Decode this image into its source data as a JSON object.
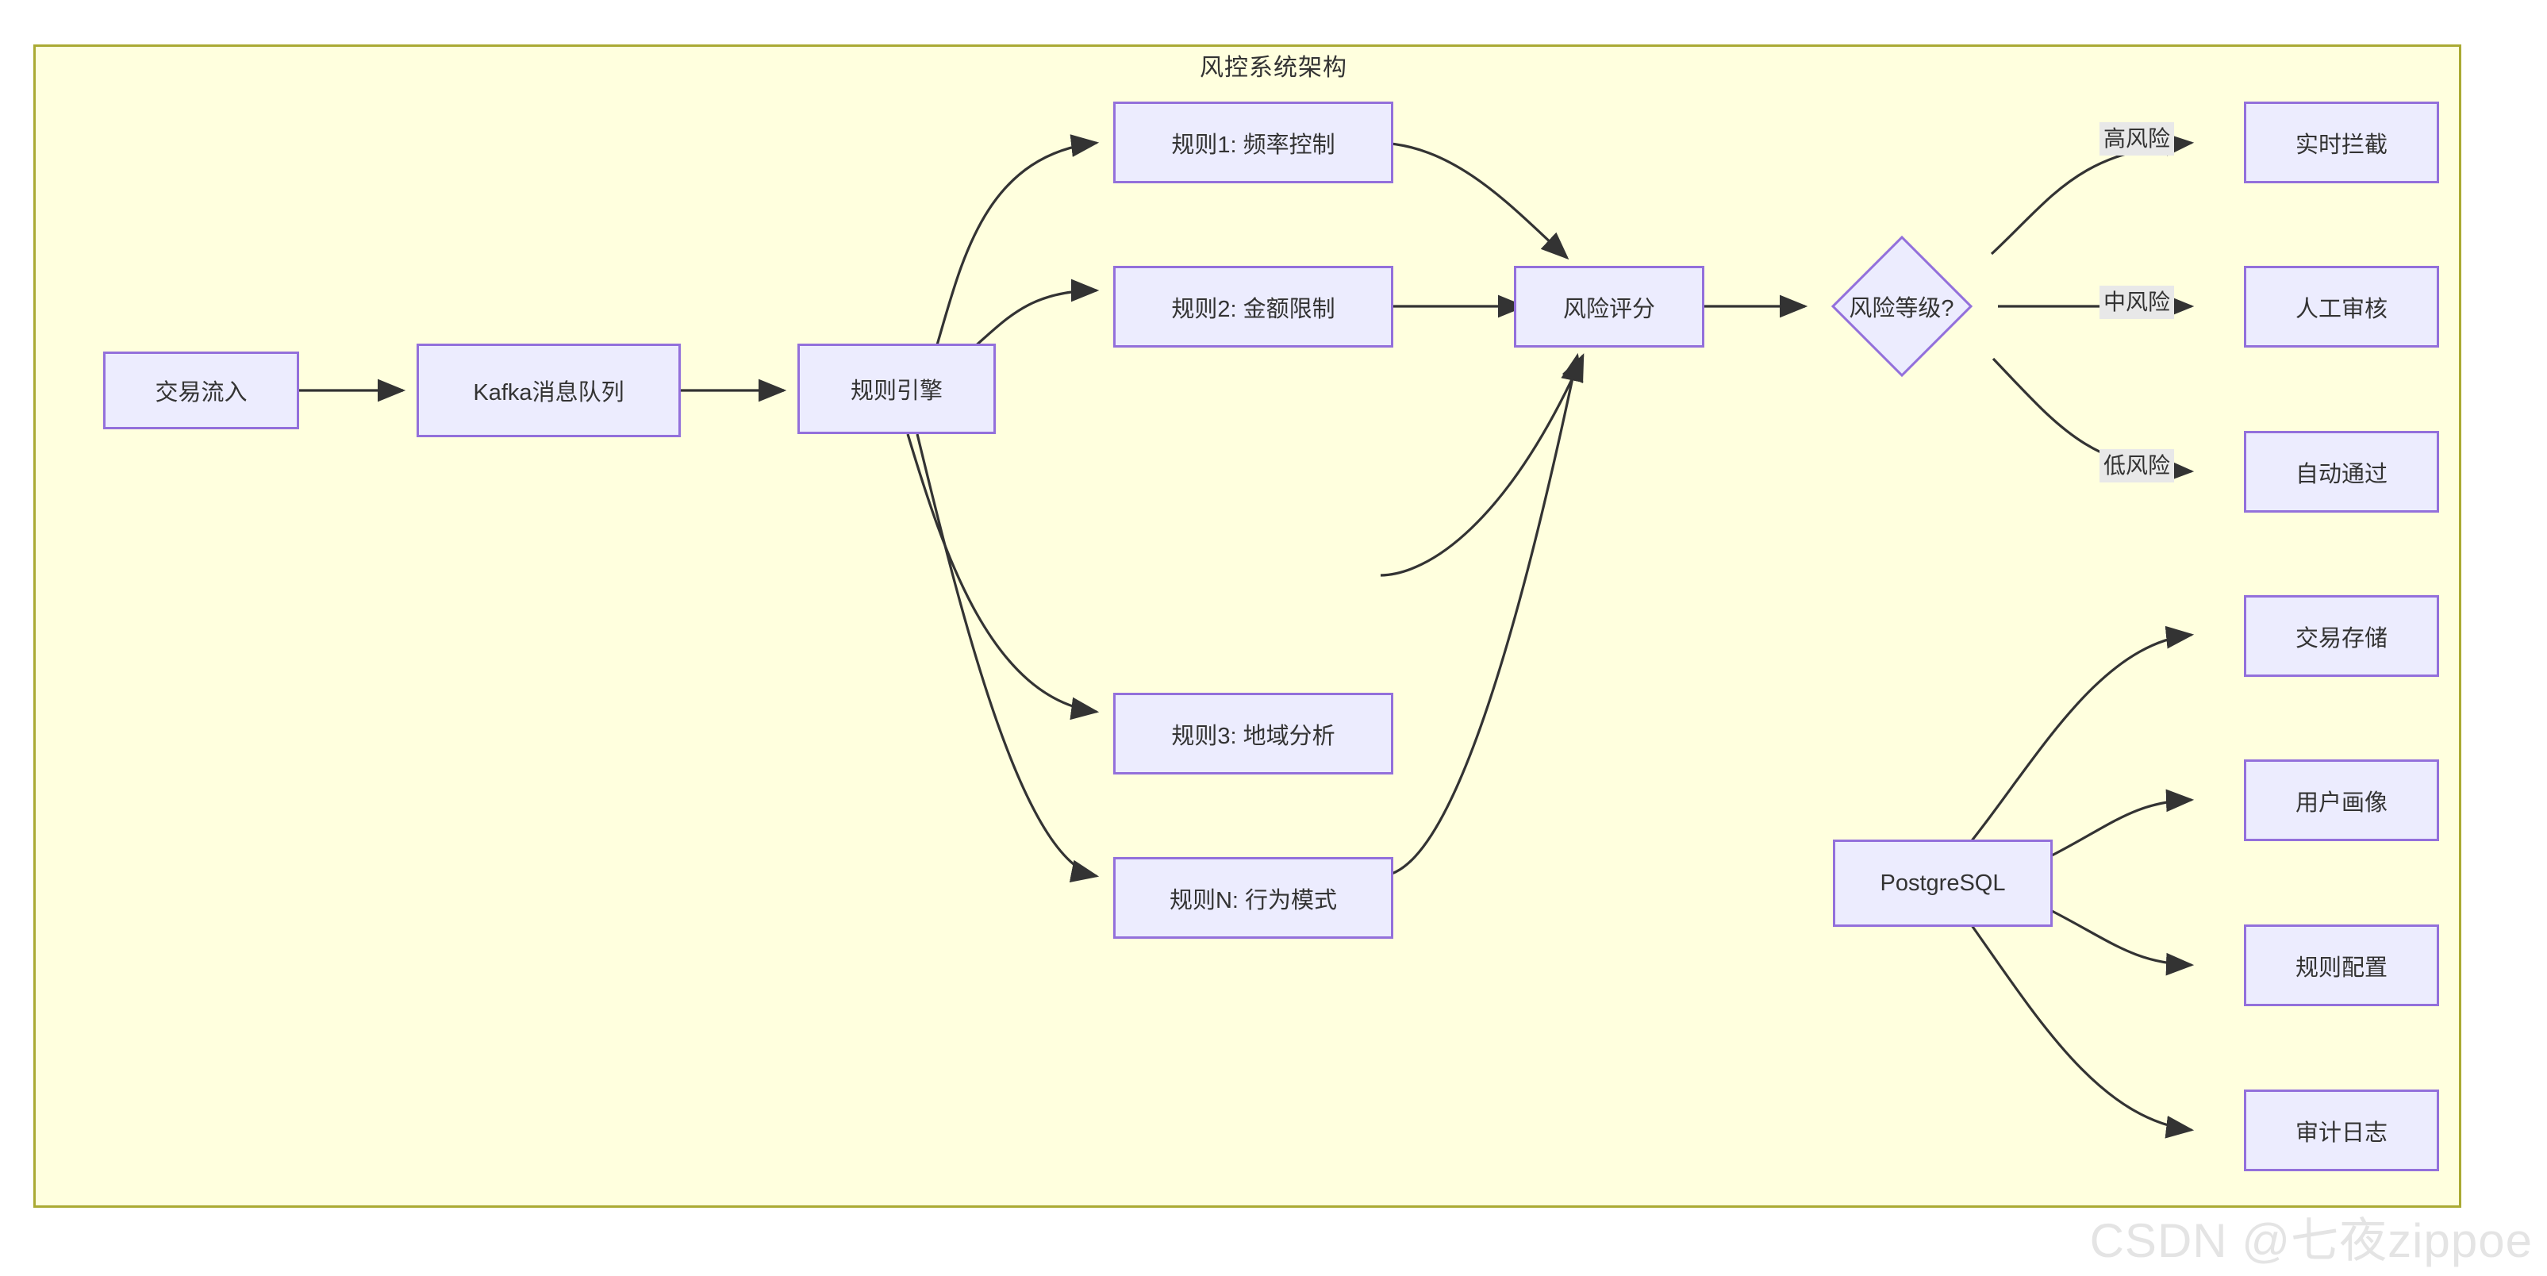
{
  "diagram": {
    "title": "风控系统架构",
    "type": "flowchart",
    "direction": "left-to-right",
    "colors": {
      "frame_background": "#ffffde",
      "frame_border": "#aaaa33",
      "node_fill": "#ececfe",
      "node_border": "#9370db",
      "edge_stroke": "#333333",
      "edge_label_background": "#e8e8e8",
      "text": "#333333",
      "watermark": "#e4e4e4"
    },
    "nodes": [
      {
        "id": "ingest",
        "label": "交易流入",
        "shape": "rect"
      },
      {
        "id": "kafka",
        "label": "Kafka消息队列",
        "shape": "rect"
      },
      {
        "id": "engine",
        "label": "规则引擎",
        "shape": "rect"
      },
      {
        "id": "rule1",
        "label": "规则1: 频率控制",
        "shape": "rect"
      },
      {
        "id": "rule2",
        "label": "规则2: 金额限制",
        "shape": "rect"
      },
      {
        "id": "rule3",
        "label": "规则3: 地域分析",
        "shape": "rect"
      },
      {
        "id": "ruleN",
        "label": "规则N: 行为模式",
        "shape": "rect"
      },
      {
        "id": "score",
        "label": "风险评分",
        "shape": "rect"
      },
      {
        "id": "level",
        "label": "风险等级?",
        "shape": "diamond"
      },
      {
        "id": "block",
        "label": "实时拦截",
        "shape": "rect"
      },
      {
        "id": "review",
        "label": "人工审核",
        "shape": "rect"
      },
      {
        "id": "pass",
        "label": "自动通过",
        "shape": "rect"
      },
      {
        "id": "postgres",
        "label": "PostgreSQL",
        "shape": "rect"
      },
      {
        "id": "txstore",
        "label": "交易存储",
        "shape": "rect"
      },
      {
        "id": "profile",
        "label": "用户画像",
        "shape": "rect"
      },
      {
        "id": "ruleconf",
        "label": "规则配置",
        "shape": "rect"
      },
      {
        "id": "auditlog",
        "label": "审计日志",
        "shape": "rect"
      }
    ],
    "edges": [
      {
        "from": "ingest",
        "to": "kafka",
        "label": ""
      },
      {
        "from": "kafka",
        "to": "engine",
        "label": ""
      },
      {
        "from": "engine",
        "to": "rule1",
        "label": ""
      },
      {
        "from": "engine",
        "to": "rule2",
        "label": ""
      },
      {
        "from": "engine",
        "to": "rule3",
        "label": ""
      },
      {
        "from": "engine",
        "to": "ruleN",
        "label": ""
      },
      {
        "from": "rule1",
        "to": "score",
        "label": ""
      },
      {
        "from": "rule2",
        "to": "score",
        "label": ""
      },
      {
        "from": "rule3",
        "to": "score",
        "label": ""
      },
      {
        "from": "ruleN",
        "to": "score",
        "label": ""
      },
      {
        "from": "score",
        "to": "level",
        "label": ""
      },
      {
        "from": "level",
        "to": "block",
        "label": "高风险"
      },
      {
        "from": "level",
        "to": "review",
        "label": "中风险"
      },
      {
        "from": "level",
        "to": "pass",
        "label": "低风险"
      },
      {
        "from": "postgres",
        "to": "txstore",
        "label": ""
      },
      {
        "from": "postgres",
        "to": "profile",
        "label": ""
      },
      {
        "from": "postgres",
        "to": "ruleconf",
        "label": ""
      },
      {
        "from": "postgres",
        "to": "auditlog",
        "label": ""
      }
    ],
    "edge_labels": {
      "high": "高风险",
      "medium": "中风险",
      "low": "低风险"
    },
    "watermark": "CSDN @七夜zippoe"
  }
}
